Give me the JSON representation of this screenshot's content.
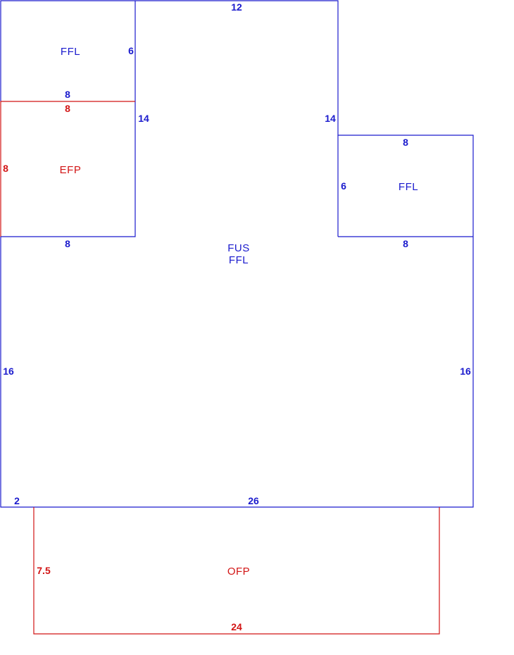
{
  "colors": {
    "building": "#1a1acd",
    "porch": "#d21414",
    "background": "#ffffff"
  },
  "areas": {
    "main": [
      "FUS",
      "FFL"
    ],
    "top_left": "FFL",
    "right": "FFL",
    "enclosed_porch": "EFP",
    "open_porch": "OFP"
  },
  "dimensions": {
    "main_top": "12",
    "tl_right": "6",
    "tl_bottom": "8",
    "main_left_upper": "14",
    "main_right_upper": "14",
    "efp_top": "8",
    "efp_left": "8",
    "efp_bottom": "8",
    "right_top": "8",
    "right_left": "6",
    "right_bottom": "8",
    "main_left": "16",
    "main_right": "16",
    "main_bottom_offset": "2",
    "main_bottom": "26",
    "ofp_left": "7.5",
    "ofp_bottom": "24"
  }
}
